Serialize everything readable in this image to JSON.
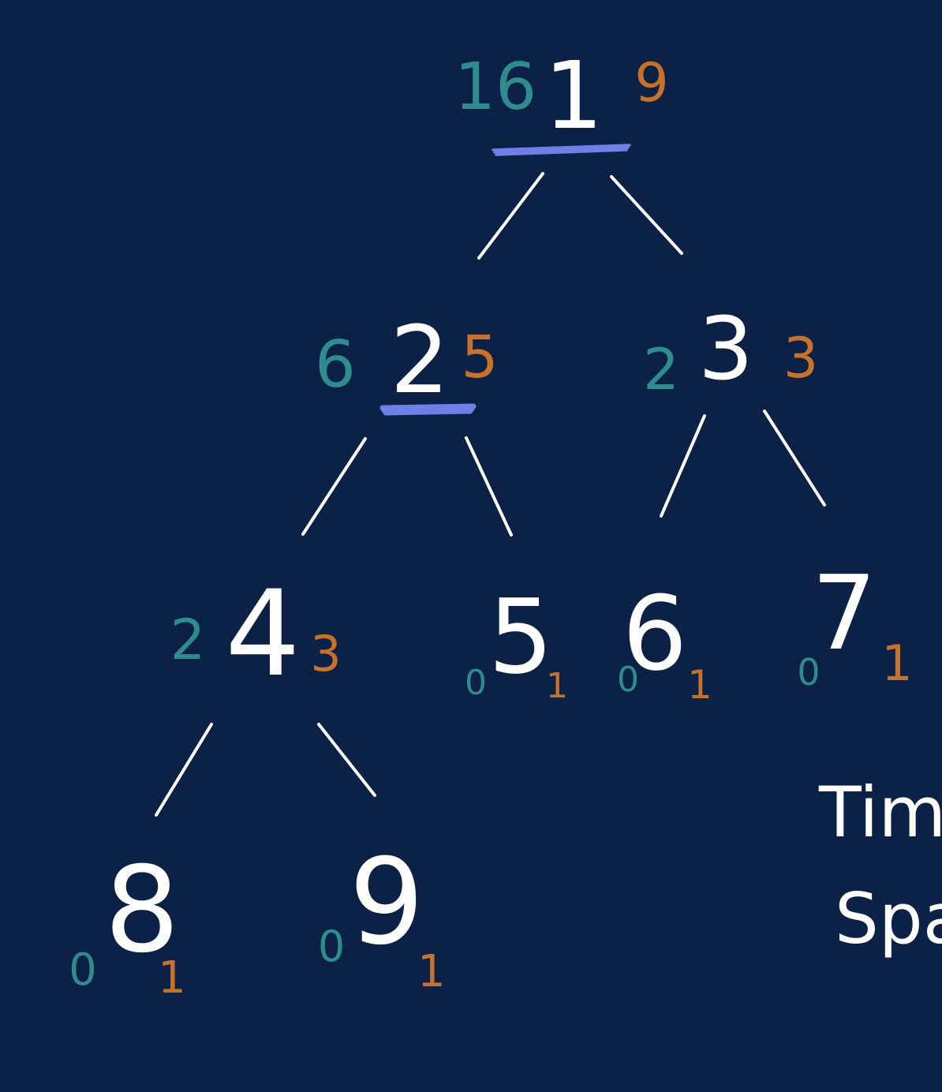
{
  "colors": {
    "background": "#0b2145",
    "node": "#ffffff",
    "left_count": "#2e8b8e",
    "right_count": "#c8712c",
    "highlight": "#6e7fe6"
  },
  "nodes": [
    {
      "id": "n1",
      "value": "1",
      "left": "16",
      "right": "9",
      "highlighted": true
    },
    {
      "id": "n2",
      "value": "2",
      "left": "6",
      "right": "5",
      "highlighted": true
    },
    {
      "id": "n3",
      "value": "3",
      "left": "2",
      "right": "3",
      "highlighted": false
    },
    {
      "id": "n4",
      "value": "4",
      "left": "2",
      "right": "3",
      "highlighted": false
    },
    {
      "id": "n5",
      "value": "5",
      "left": "0",
      "right": "1",
      "highlighted": false
    },
    {
      "id": "n6",
      "value": "6",
      "left": "0",
      "right": "1",
      "highlighted": false
    },
    {
      "id": "n7",
      "value": "7",
      "left": "0",
      "right": "1",
      "highlighted": false
    },
    {
      "id": "n8",
      "value": "8",
      "left": "0",
      "right": "1",
      "highlighted": false
    },
    {
      "id": "n9",
      "value": "9",
      "left": "0",
      "right": "1",
      "highlighted": false
    }
  ],
  "edges": [
    {
      "from": "n1",
      "to": "n2"
    },
    {
      "from": "n1",
      "to": "n3"
    },
    {
      "from": "n2",
      "to": "n4"
    },
    {
      "from": "n2",
      "to": "n5"
    },
    {
      "from": "n3",
      "to": "n6"
    },
    {
      "from": "n3",
      "to": "n7"
    },
    {
      "from": "n4",
      "to": "n8"
    },
    {
      "from": "n4",
      "to": "n9"
    }
  ],
  "notes": {
    "time": "Tim",
    "space": "Spa"
  }
}
